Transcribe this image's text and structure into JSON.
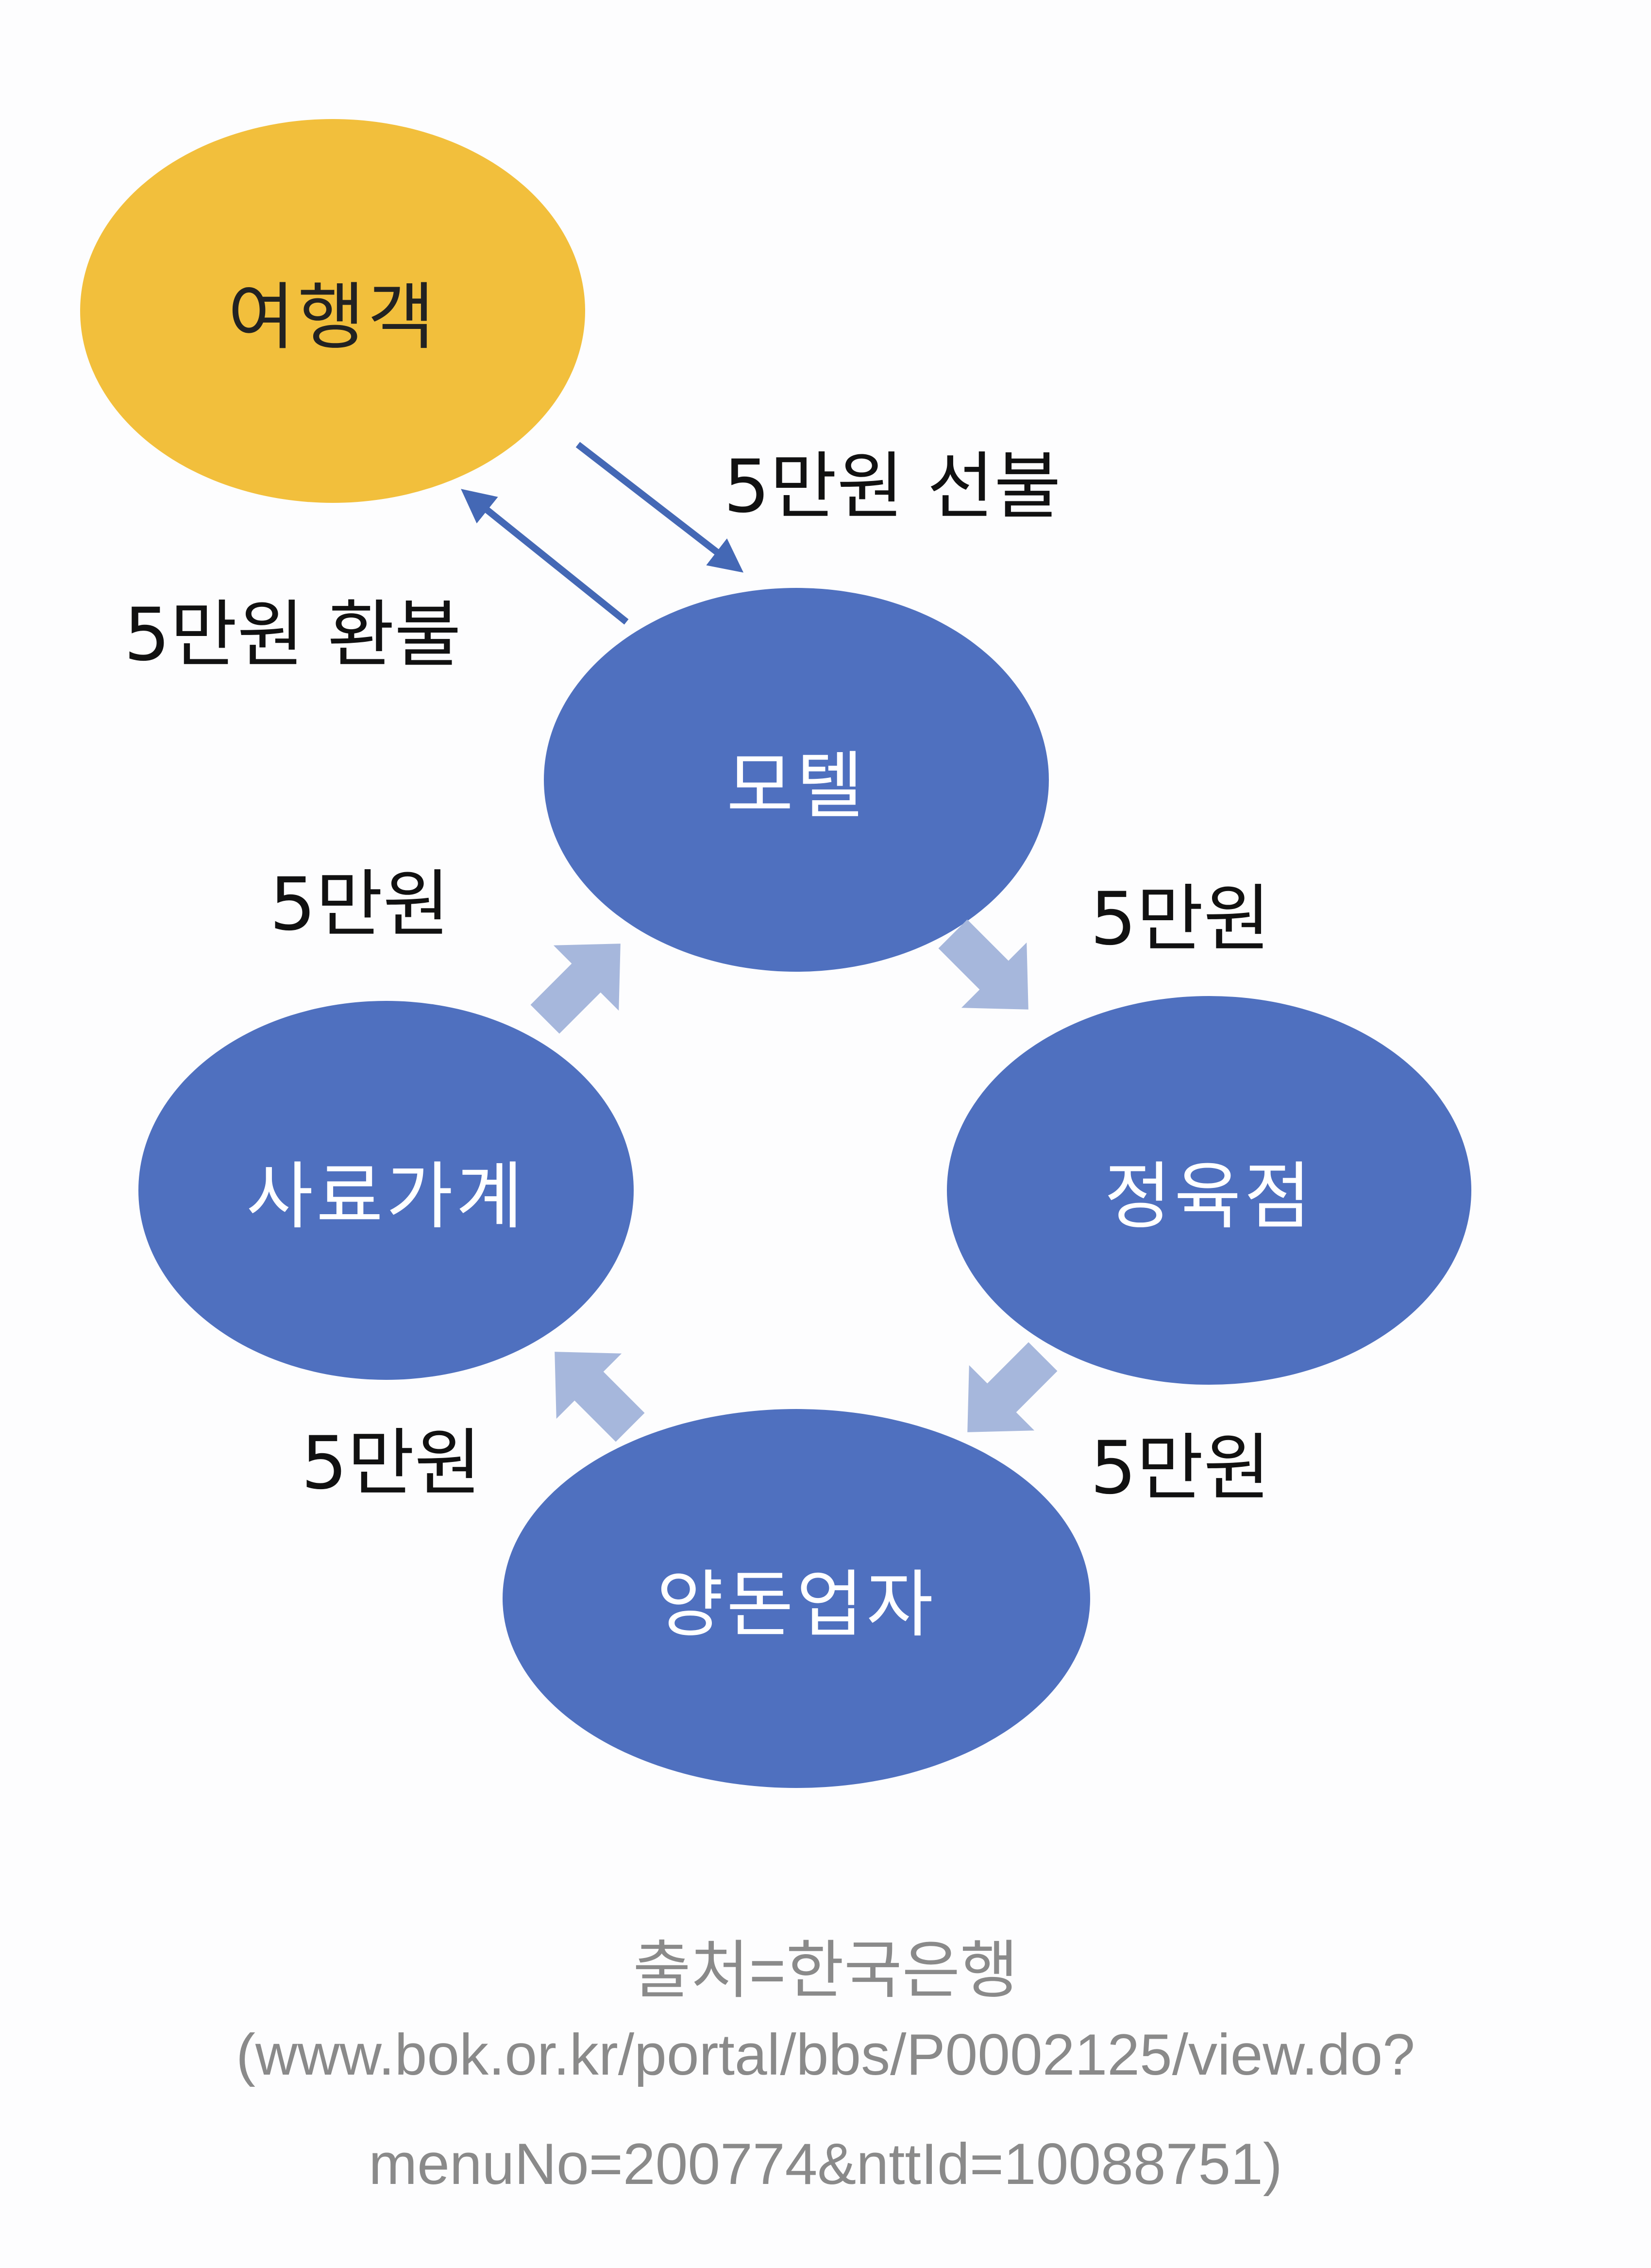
{
  "nodes": {
    "traveler": "여행객",
    "motel": "모텔",
    "butcher": "정육점",
    "moneylender": "양돈업자",
    "feedstore": "사료가계"
  },
  "edges": {
    "prepay": "5만원 선불",
    "refund": "5만원 환불",
    "motel_to_butcher": "5만원",
    "butcher_to_moneylender": "5만원",
    "moneylender_to_feedstore": "5만원",
    "feedstore_to_motel": "5만원"
  },
  "caption": {
    "source": "출처=한국은행",
    "url_line1": "(www.bok.or.kr/portal/bbs/P0002125/view.do?",
    "url_line2": "menuNo=200774&nttId=10088751)"
  },
  "colors": {
    "traveler_fill": "#F2BF3C",
    "node_fill": "#4F70BF",
    "line_arrow": "#4468B5",
    "block_arrow": "#A6B7DC"
  }
}
